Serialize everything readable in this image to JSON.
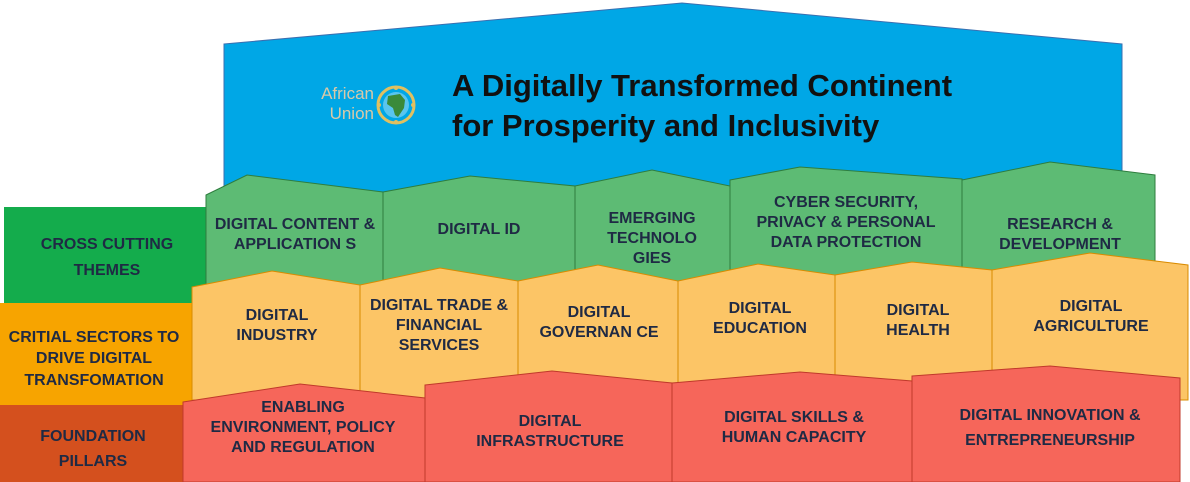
{
  "header": {
    "title_line1": "A Digitally Transformed Continent",
    "title_line2": "for Prosperity and Inclusivity",
    "logo_line1": "African",
    "logo_line2": "Union",
    "color": "#00A7E6"
  },
  "rows": {
    "cross_cutting": {
      "label": "CROSS CUTTING THEMES",
      "color": "#14AC4C",
      "tile_color": "#5DBB74",
      "items": [
        "DIGITAL CONTENT & APPLICATION S",
        "DIGITAL ID",
        "EMERGING TECHNOLO GIES",
        "CYBER SECURITY, PRIVACY & PERSONAL DATA PROTECTION",
        "RESEARCH & DEVELOPMENT"
      ]
    },
    "sectors": {
      "label": "CRITIAL SECTORS TO DRIVE DIGITAL TRANSFOMATION",
      "color": "#F7A400",
      "tile_color": "#FCC566",
      "items": [
        "DIGITAL INDUSTRY",
        "DIGITAL TRADE & FINANCIAL SERVICES",
        "DIGITAL GOVERNAN CE",
        "DIGITAL EDUCATION",
        "DIGITAL HEALTH",
        "DIGITAL AGRICULTURE"
      ]
    },
    "foundation": {
      "label": "FOUNDATION PILLARS",
      "color": "#D4501E",
      "tile_color": "#F6665A",
      "items": [
        "ENABLING ENVIRONMENT, POLICY AND REGULATION",
        "DIGITAL INFRASTRUCTURE",
        "DIGITAL SKILLS & HUMAN CAPACITY",
        "DIGITAL INNOVATION & ENTREPRENEURSHIP"
      ]
    }
  }
}
